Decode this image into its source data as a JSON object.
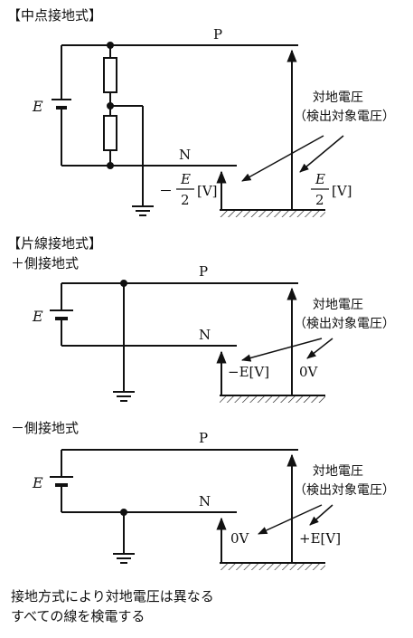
{
  "sections": [
    {
      "heading": "【中点接地式】",
      "labels": {
        "source": "E",
        "rail_p": "P",
        "rail_n": "N"
      },
      "callout": {
        "line1": "対地電圧",
        "line2": "（検出対象電圧）"
      },
      "left_reading": {
        "sign": "－",
        "num": "E",
        "den": "2",
        "unit": "[V]"
      },
      "right_reading": {
        "sign": "",
        "num": "E",
        "den": "2",
        "unit": "[V]"
      }
    },
    {
      "heading": "【片線接地式】",
      "subheading": "＋側接地式",
      "labels": {
        "source": "E",
        "rail_p": "P",
        "rail_n": "N"
      },
      "callout": {
        "line1": "対地電圧",
        "line2": "（検出対象電圧）"
      },
      "left_reading": "−E[V]",
      "right_reading": "0V"
    },
    {
      "subheading": "－側接地式",
      "labels": {
        "source": "E",
        "rail_p": "P",
        "rail_n": "N"
      },
      "callout": {
        "line1": "対地電圧",
        "line2": "（検出対象電圧）"
      },
      "left_reading": "0V",
      "right_reading": "+E[V]"
    }
  ],
  "footer": {
    "line1": "接地方式により対地電圧は異なる",
    "line2": "すべての線を検電する"
  }
}
